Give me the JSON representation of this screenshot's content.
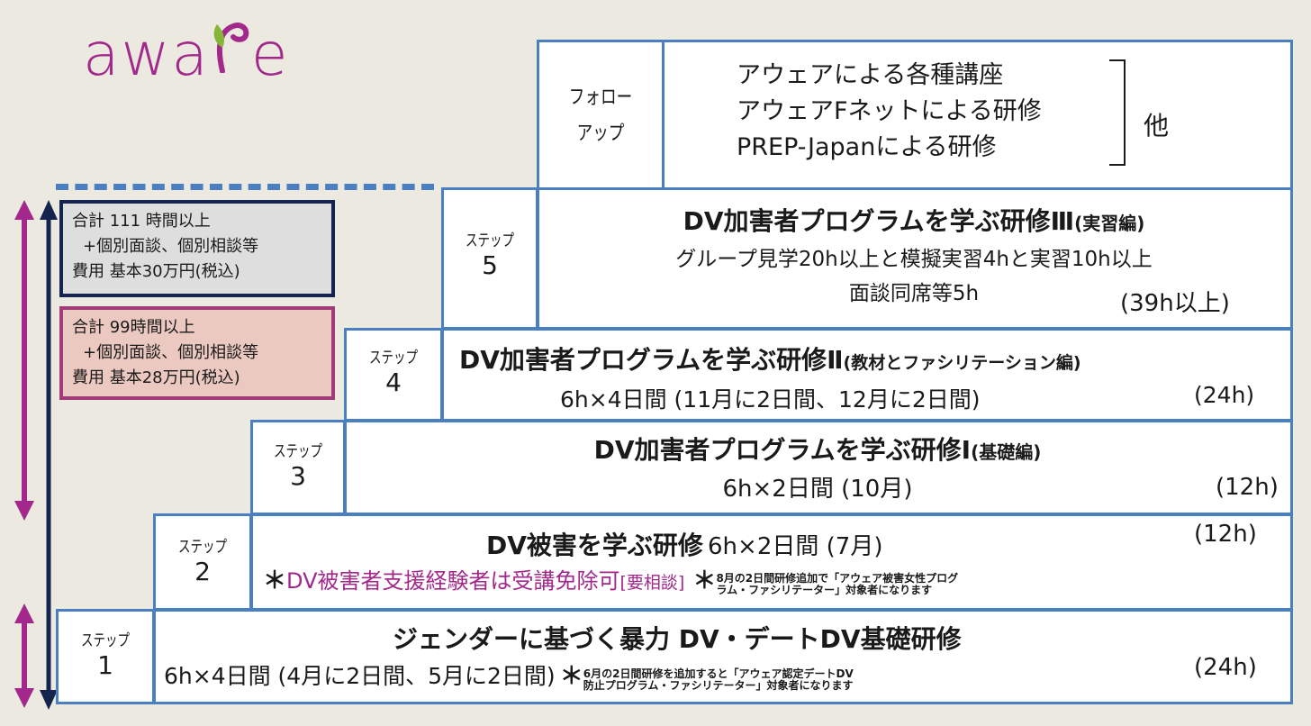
{
  "logo": {
    "text_a": "awa",
    "leaf": "ᒋ",
    "text_b": "e"
  },
  "follow_up": {
    "label_line1": "フォロー",
    "label_line2": "アップ",
    "items": [
      "アウェアによる各種講座",
      "アウェアFネットによる研修",
      "PREP-Japanによる研修"
    ],
    "other": "他"
  },
  "summary_full": {
    "line1": "合計 111 時間以上",
    "line2": "+個別面談、個別相談等",
    "line3": "費用 基本30万円(税込)"
  },
  "summary_partial": {
    "line1": "合計 99時間以上",
    "line2": "+個別面談、個別相談等",
    "line3": "費用 基本28万円(税込)"
  },
  "steps": {
    "word": "ステップ",
    "s5": {
      "num": "5",
      "title": "DV加害者プログラムを学ぶ研修Ⅲ",
      "title_sub": "(実習編)",
      "line2": "グループ見学20h以上と模擬実習4hと実習10h以上",
      "line3": "面談同席等5h",
      "hours": "(39h以上)"
    },
    "s4": {
      "num": "4",
      "title": "DV加害者プログラムを学ぶ研修Ⅱ",
      "title_sub": "(教材とファシリテーション編)",
      "line2": "6h×4日間 (11月に2日間、12月に2日間)",
      "hours": "(24h)"
    },
    "s3": {
      "num": "3",
      "title": "DV加害者プログラムを学ぶ研修Ⅰ",
      "title_sub": "(基礎編)",
      "line2": "6h×2日間 (10月)",
      "hours": "(12h)"
    },
    "s2": {
      "num": "2",
      "title": "DV被害を学ぶ研修",
      "title_rest": "6h×2日間 (7月)",
      "hours": "(12h)",
      "exempt_mark": "＊",
      "exempt": "DV被害者支援経験者は受講免除可",
      "exempt_tag": "[要相談]",
      "note_mark": "＊",
      "note_l1": "8月の2日間研修追加で「アウェア被害女性プログ",
      "note_l2": "ラム・ファシリテーター」対象者になります"
    },
    "s1": {
      "num": "1",
      "title": "ジェンダーに基づく暴力 DV・デートDV基礎研修",
      "line2": "6h×4日間 (4月に2日間、5月に2日間)",
      "note_mark": "＊",
      "note_l1": "6月の2日間研修を追加すると「アウェア認定デートDV",
      "note_l2": "防止プログラム・ファシリテーター」対象者になります",
      "hours": "(24h)"
    }
  },
  "colors": {
    "blue": "#4a7fc1",
    "purple": "#a2288b",
    "navy": "#15244e",
    "green": "#86b53a"
  }
}
